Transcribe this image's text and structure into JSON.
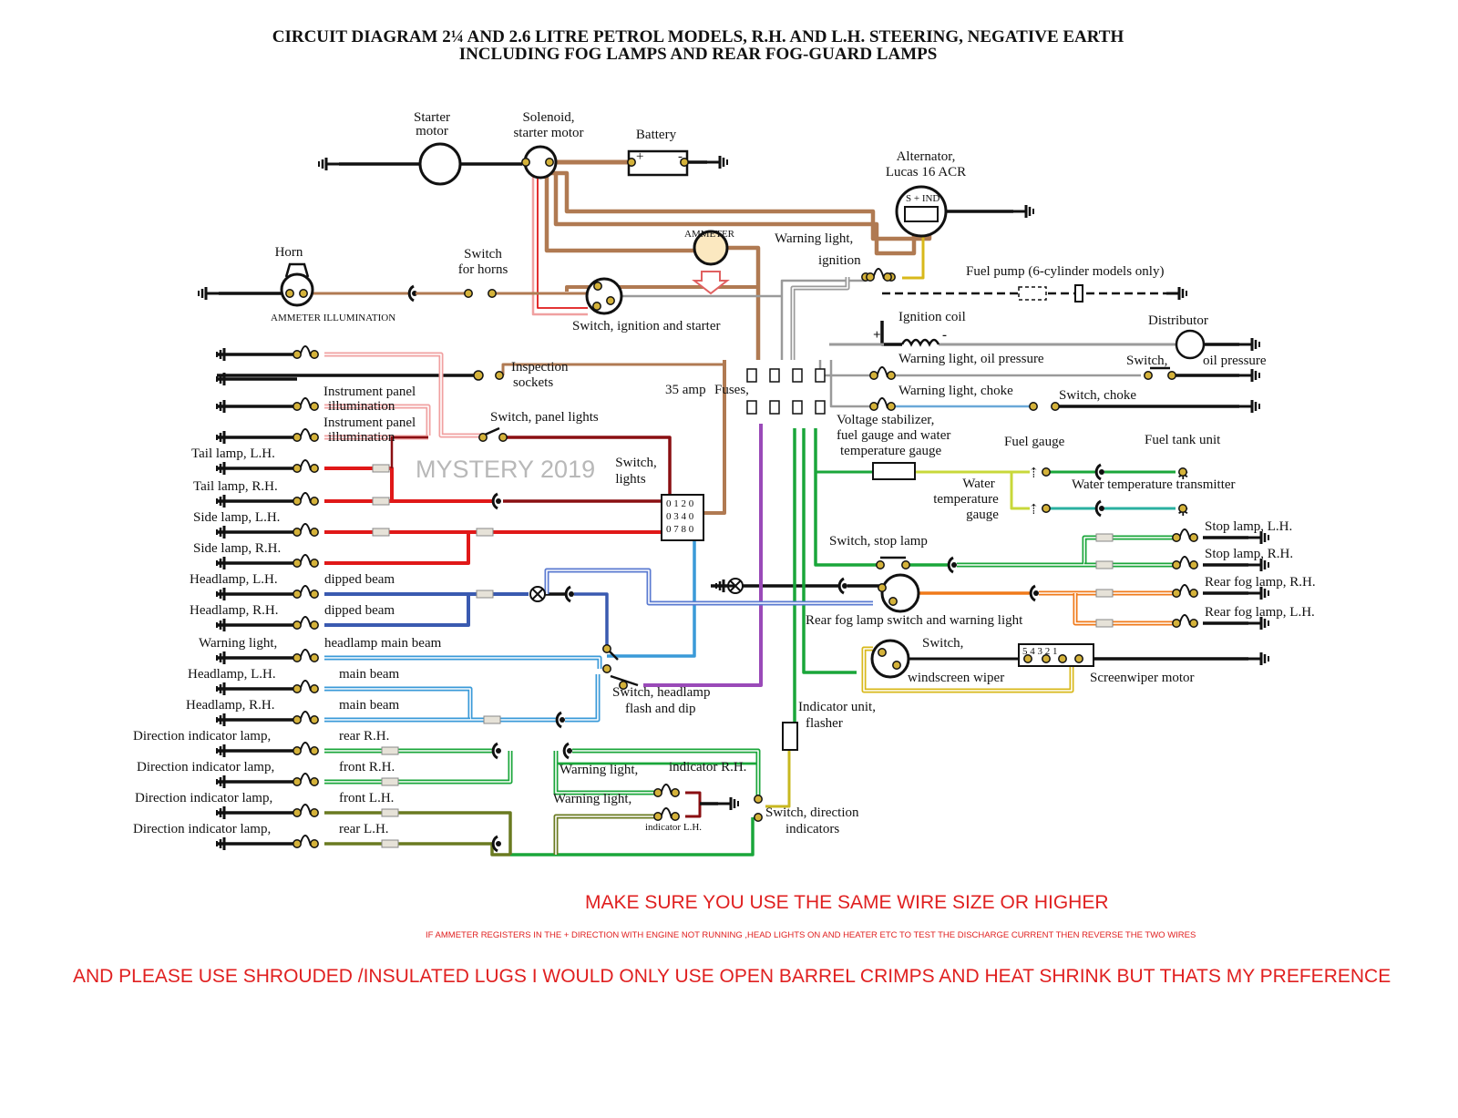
{
  "title": {
    "line1": "CIRCUIT DIAGRAM 2¼ AND 2.6 LITRE PETROL MODELS, R.H. AND L.H. STEERING, NEGATIVE EARTH",
    "line2": "INCLUDING FOG LAMPS AND REAR FOG-GUARD LAMPS"
  },
  "watermark": "MYSTERY 2019",
  "colors": {
    "brown": "#b07a52",
    "red": "#e01818",
    "dark_red": "#8a0f12",
    "green": "#1aa63a",
    "blue": "#3a9ad8",
    "purple": "#9a4ab8",
    "orange": "#f07a1a",
    "yellow": "#d8b81a",
    "grey": "#9a9a9a",
    "pink": "#f0a0a0",
    "black": "#111111",
    "note_red": "#e02020"
  },
  "components": {
    "starter_motor": [
      "Starter",
      "motor"
    ],
    "solenoid": [
      "Solenoid,",
      "starter motor"
    ],
    "battery": "Battery",
    "alternator": [
      "Alternator,",
      "Lucas 16 ACR"
    ],
    "alternator_terminals": "S + IND",
    "ammeter": "AMMETER",
    "ammeter_illumination": "AMMETER ILLUMINATION",
    "horn": "Horn",
    "switch_horns": [
      "Switch",
      "for horns"
    ],
    "warning_light_ignition": [
      "Warning light,",
      "ignition"
    ],
    "fuel_pump": "Fuel pump (6-cylinder models only)",
    "ignition_switch": "Switch, ignition and starter",
    "ignition_coil": "Ignition coil",
    "distributor": "Distributor",
    "inspection_sockets": [
      "Inspection",
      "sockets"
    ],
    "fuses": [
      "35 amp",
      "Fuses,"
    ],
    "warning_oil": "Warning light, oil pressure",
    "switch_oil": [
      "Switch,",
      "oil pressure"
    ],
    "warning_choke": "Warning light, choke",
    "switch_choke": "Switch, choke",
    "switch_panel_lights": "Switch, panel lights",
    "voltage_stabilizer": [
      "Voltage stabilizer,",
      "fuel gauge and water",
      "temperature gauge"
    ],
    "fuel_gauge": "Fuel gauge",
    "fuel_tank_unit": "Fuel tank unit",
    "water_gauge": [
      "Water",
      "temperature",
      "gauge"
    ],
    "water_transmitter": "Water temperature  transmitter",
    "switch_lights": [
      "Switch,",
      "lights"
    ],
    "switch_stop": "Switch, stop lamp",
    "fog_switch": "Rear fog lamp switch and warning light",
    "switch_wiper": [
      "Switch,",
      "windscreen wiper"
    ],
    "wiper_motor": "Screenwiper motor",
    "wiper_terminals": "5 4 3 2 1",
    "switch_headlamp": [
      "Switch, headlamp",
      "flash and dip"
    ],
    "indicator_unit": [
      "Indicator unit,",
      "flasher"
    ],
    "switch_direction": [
      "Switch, direction",
      "indicators"
    ]
  },
  "left_lamps": [
    {
      "label": "",
      "sub": ""
    },
    {
      "label": "",
      "sub": ""
    },
    {
      "label": "Instrument panel",
      "sub": "illumination"
    },
    {
      "label": "Instrument panel",
      "sub": "illumination"
    },
    {
      "label": "Tail lamp, L.H.",
      "sub": ""
    },
    {
      "label": "Tail lamp, R.H.",
      "sub": ""
    },
    {
      "label": "Side lamp, L.H.",
      "sub": ""
    },
    {
      "label": "Side lamp, R.H.",
      "sub": ""
    },
    {
      "label": "Headlamp, L.H.",
      "sub": "dipped beam"
    },
    {
      "label": "Headlamp, R.H.",
      "sub": "dipped beam"
    },
    {
      "label": "Warning light,",
      "sub": "headlamp   main beam"
    },
    {
      "label": "Headlamp, L.H.",
      "sub": "main beam"
    },
    {
      "label": "Headlamp, R.H.",
      "sub": "main beam"
    },
    {
      "label": "Direction indicator lamp,",
      "sub": "rear R.H."
    },
    {
      "label": "Direction indicator lamp,",
      "sub": "front R.H."
    },
    {
      "label": "Direction indicator lamp,",
      "sub": "front L.H."
    },
    {
      "label": "Direction indicator lamp,",
      "sub": "rear L.H."
    }
  ],
  "right_lamps": [
    {
      "label": "Stop lamp, L.H."
    },
    {
      "label": "Stop lamp, R.H."
    },
    {
      "label": "Rear fog lamp, R.H."
    },
    {
      "label": "Rear fog lamp, L.H."
    }
  ],
  "warning_indicators": [
    {
      "label": "Warning light,",
      "sub": "indicator R.H."
    },
    {
      "label": "Warning light,",
      "sub": "indicator L.H."
    }
  ],
  "notes": [
    "MAKE SURE YOU USE THE SAME WIRE SIZE OR HIGHER",
    "IF AMMETER REGISTERS  IN THE + DIRECTION WITH ENGINE  NOT RUNNING ,HEAD LIGHTS ON AND HEATER ETC TO TEST THE DISCHARGE CURRENT  THEN REVERSE THE TWO WIRES",
    "AND PLEASE USE SHROUDED /INSULATED LUGS I WOULD ONLY USE OPEN BARREL CRIMPS AND HEAT SHRINK BUT THATS MY PREFERENCE"
  ]
}
